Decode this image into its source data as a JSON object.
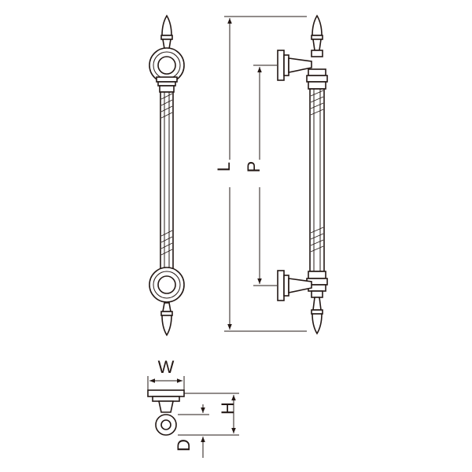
{
  "dimension_labels": {
    "length": "L",
    "pitch": "P",
    "width": "W",
    "height": "H",
    "diameter": "D"
  },
  "colors": {
    "line": "#231815",
    "background": "#ffffff"
  }
}
